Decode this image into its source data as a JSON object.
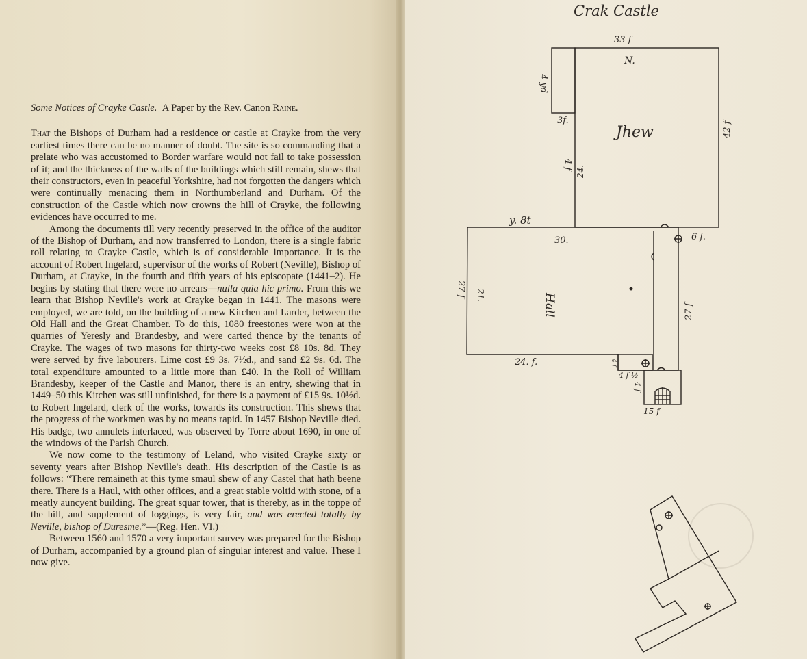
{
  "article": {
    "heading_title": "Some Notices of Crayke Castle.",
    "heading_byline": "A Paper by the Rev. Canon",
    "heading_author": "Raine.",
    "p1_lead": "That",
    "p1": "the Bishops of Durham had a residence or castle at Crayke from the very earliest times there can be no manner of doubt. The site is so commanding that a prelate who was accustomed to Border warfare would not fail to take possession of it; and the thickness of the walls of the buildings which still remain, shews that their constructors, even in peaceful Yorkshire, had not forgotten the dangers which were continually menacing them in Northumberland and Durham. Of the construction of the Castle which now crowns the hill of Crayke, the following evidences have occurred to me.",
    "p2_a": "Among the documents till very recently preserved in the office of the auditor of the Bishop of Durham, and now transferred to London, there is a single fabric roll relating to Crayke Castle, which is of considerable importance. It is the account of Robert Ingelard, supervisor of the works of Robert (Neville), Bishop of Durham, at Crayke, in the fourth and fifth years of his episcopate (1441–2). He begins by stating that there were no arrears—",
    "p2_italic": "nulla quia hic primo.",
    "p2_b": " From this we learn that Bishop Neville's work at Crayke began in 1441. The masons were employed, we are told, on the building of a new Kitchen and Larder, between the Old Hall and the Great Chamber. To do this, 1080 freestones were won at the quarries of Yeresly and Brandesby, and were carted thence by the tenants of Crayke. The wages of two masons for thirty-two weeks cost £8 10s. 8d. They were served by five labourers. Lime cost £9 3s. 7½d., and sand £2 9s. 6d. The total expenditure amounted to a little more than £40. In the Roll of William Brandesby, keeper of the Castle and Manor, there is an entry, shewing that in 1449–50 this Kitchen was still unfinished, for there is a payment of £15 9s. 10½d. to Robert Ingelard, clerk of the works, towards its construction. This shews that the progress of the workmen was by no means rapid. In 1457 Bishop Neville died. His badge, two annulets interlaced, was observed by Torre about 1690, in one of the windows of the Parish Church.",
    "p3_a": "We now come to the testimony of Leland, who visited Crayke sixty or seventy years after Bishop Neville's death. His description of the Castle is as follows: “There remaineth at this tyme smaul shew of any Castel that hath beene there. There is a Haul, with other offices, and a great stable voltid with stone, of a meatly auncyent building. The great squar tower, that is thereby, as in the toppe of the hill, and supplement of loggings, is very fair, ",
    "p3_italic": "and was erected totally by Neville, bishop of Duresme.",
    "p3_b": "”—(Reg. Hen. VI.)",
    "p4": "Between 1560 and 1570 a very important survey was prepared for the Bishop of Durham, accompanied by a ground plan of singular interest and value. These I now give."
  },
  "plan": {
    "title": "Crak Castle",
    "top_width": "33 f",
    "north": "N.",
    "upper_side": "42 f",
    "small_side": "4 yd",
    "three_f": "3f.",
    "inner_height": "24.",
    "inner_mark": "4 f",
    "upper_room": "Jhew",
    "mid_width": "y. 8t",
    "lower_top": "30.",
    "six_f": "6 f.",
    "lower_left_outer": "27 f",
    "lower_left_inner": "21.",
    "lower_room": "Hall",
    "right_side": "27 f",
    "lower_bottom": "24. f.",
    "step_a": "4 f",
    "step_b": "4 f ½",
    "step_c": "4 f",
    "fifteen_f": "15 f"
  }
}
